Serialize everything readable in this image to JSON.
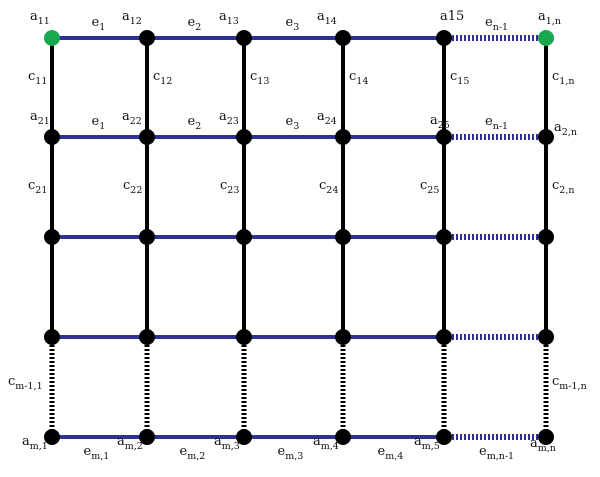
{
  "colors": {
    "horizontal_edge": "#2e3192",
    "vertical_edge": "#000000",
    "node": "#000000",
    "highlight_node": "#1aa84f",
    "background": "#ffffff"
  },
  "rows": [
    "1",
    "2",
    "3",
    "4",
    "m"
  ],
  "columns": [
    "1",
    "2",
    "3",
    "4",
    "5",
    "n"
  ],
  "highlighted_nodes": [
    [
      0,
      0
    ],
    [
      0,
      5
    ]
  ],
  "node_labels": [
    {
      "row": 0,
      "col": 0,
      "base": "a",
      "sub": "11"
    },
    {
      "row": 0,
      "col": 1,
      "base": "a",
      "sub": "12"
    },
    {
      "row": 0,
      "col": 2,
      "base": "a",
      "sub": "13"
    },
    {
      "row": 0,
      "col": 3,
      "base": "a",
      "sub": "14"
    },
    {
      "row": 0,
      "col": 4,
      "base": "a15",
      "sub": ""
    },
    {
      "row": 0,
      "col": 5,
      "base": "a",
      "sub": "1,n"
    },
    {
      "row": 1,
      "col": 0,
      "base": "a",
      "sub": "21"
    },
    {
      "row": 1,
      "col": 1,
      "base": "a",
      "sub": "22"
    },
    {
      "row": 1,
      "col": 2,
      "base": "a",
      "sub": "23"
    },
    {
      "row": 1,
      "col": 3,
      "base": "a",
      "sub": "24"
    },
    {
      "row": 1,
      "col": 4,
      "base": "a",
      "sub": "25"
    },
    {
      "row": 1,
      "col": 5,
      "base": "a",
      "sub": "2,n"
    },
    {
      "row": 4,
      "col": 0,
      "base": "a",
      "sub": "m,1"
    },
    {
      "row": 4,
      "col": 1,
      "base": "a",
      "sub": "m,2"
    },
    {
      "row": 4,
      "col": 2,
      "base": "a",
      "sub": "m,3"
    },
    {
      "row": 4,
      "col": 3,
      "base": "a",
      "sub": "m,4"
    },
    {
      "row": 4,
      "col": 4,
      "base": "a",
      "sub": "m,5"
    },
    {
      "row": 4,
      "col": 5,
      "base": "a",
      "sub": "m,n"
    }
  ],
  "horizontal_edge_labels": [
    {
      "row": 0,
      "col": 0,
      "base": "e",
      "sub": "1"
    },
    {
      "row": 0,
      "col": 1,
      "base": "e",
      "sub": "2"
    },
    {
      "row": 0,
      "col": 2,
      "base": "e",
      "sub": "3"
    },
    {
      "row": 0,
      "col": 4,
      "base": "e",
      "sub": "n-1"
    },
    {
      "row": 1,
      "col": 0,
      "base": "e",
      "sub": "1"
    },
    {
      "row": 1,
      "col": 1,
      "base": "e",
      "sub": "2"
    },
    {
      "row": 1,
      "col": 2,
      "base": "e",
      "sub": "3"
    },
    {
      "row": 1,
      "col": 4,
      "base": "e",
      "sub": "n-1"
    },
    {
      "row": 4,
      "col": 0,
      "base": "e",
      "sub": "m,1"
    },
    {
      "row": 4,
      "col": 1,
      "base": "e",
      "sub": "m,2"
    },
    {
      "row": 4,
      "col": 2,
      "base": "e",
      "sub": "m,3"
    },
    {
      "row": 4,
      "col": 3,
      "base": "e",
      "sub": "m,4"
    },
    {
      "row": 4,
      "col": 4,
      "base": "e",
      "sub": "m,n-1"
    }
  ],
  "vertical_edge_labels": [
    {
      "row": 0,
      "col": 0,
      "base": "c",
      "sub": "11"
    },
    {
      "row": 0,
      "col": 1,
      "base": "c",
      "sub": "12"
    },
    {
      "row": 0,
      "col": 2,
      "base": "c",
      "sub": "13"
    },
    {
      "row": 0,
      "col": 3,
      "base": "c",
      "sub": "14"
    },
    {
      "row": 0,
      "col": 4,
      "base": "c",
      "sub": "15"
    },
    {
      "row": 0,
      "col": 5,
      "base": "c",
      "sub": "1,n"
    },
    {
      "row": 1,
      "col": 0,
      "base": "c",
      "sub": "21"
    },
    {
      "row": 1,
      "col": 1,
      "base": "c",
      "sub": "22"
    },
    {
      "row": 1,
      "col": 2,
      "base": "c",
      "sub": "23"
    },
    {
      "row": 1,
      "col": 3,
      "base": "c",
      "sub": "24"
    },
    {
      "row": 1,
      "col": 4,
      "base": "c",
      "sub": "25"
    },
    {
      "row": 1,
      "col": 5,
      "base": "c",
      "sub": "2,n"
    },
    {
      "row": 3,
      "col": 0,
      "base": "c",
      "sub": "m-1,1"
    },
    {
      "row": 3,
      "col": 5,
      "base": "c",
      "sub": "m-1,n"
    }
  ]
}
